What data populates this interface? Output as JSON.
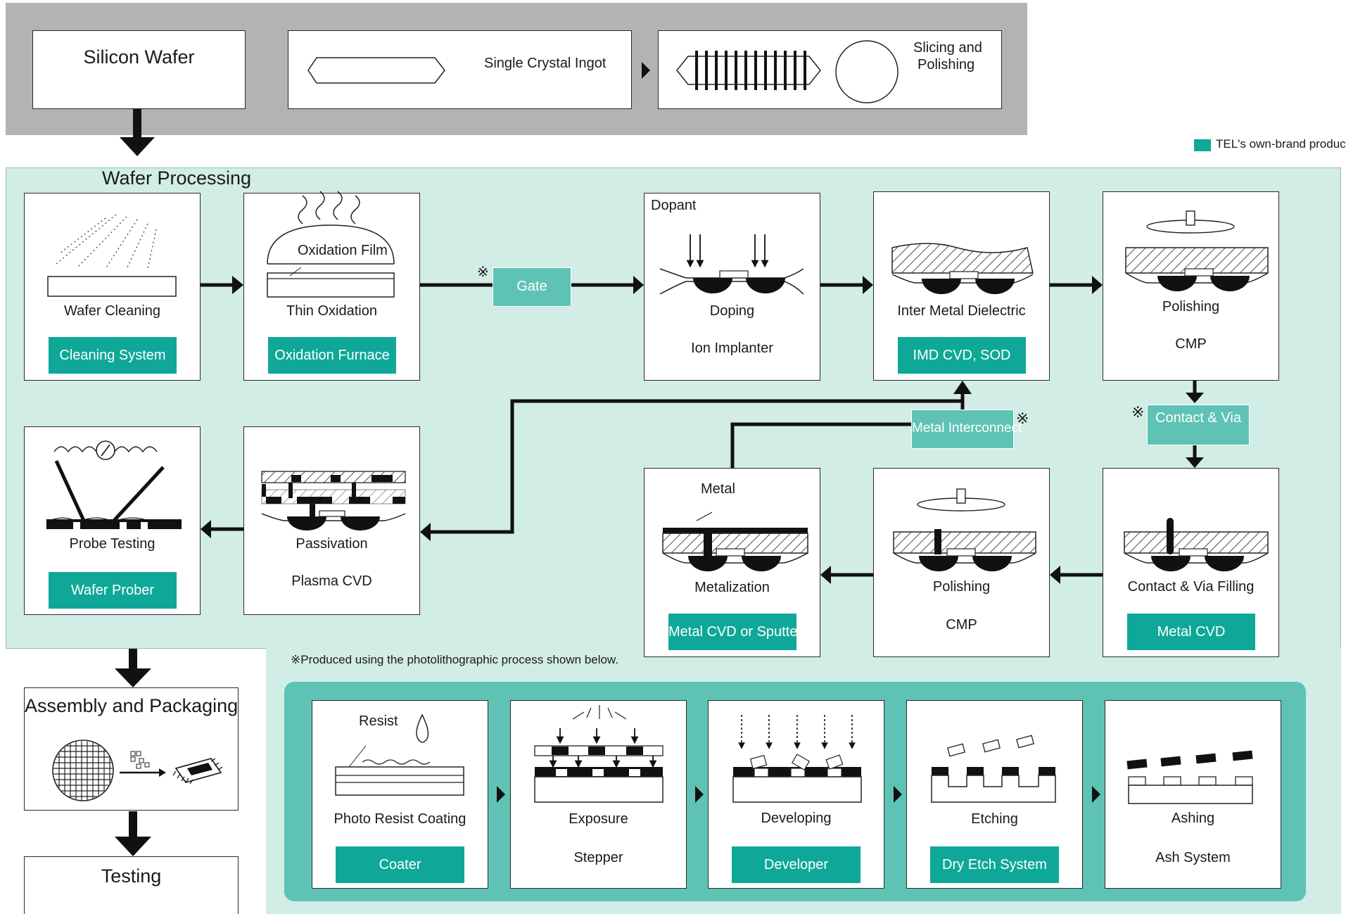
{
  "top": {
    "silicon_wafer": "Silicon Wafer",
    "single_crystal_ingot": "Single Crystal Ingot",
    "slicing_line1": "Slicing and",
    "slicing_line2": "Polishing"
  },
  "legend": {
    "label": "TEL's own-brand products",
    "color": "#0fa898"
  },
  "wafer_processing": {
    "title": "Wafer Processing",
    "cleaning": {
      "step": "Wafer Cleaning",
      "product": "Cleaning System"
    },
    "oxidation": {
      "film": "Oxidation Film",
      "step": "Thin Oxidation",
      "product": "Oxidation Furnace"
    },
    "gate": "Gate",
    "doping": {
      "dopant": "Dopant",
      "step": "Doping",
      "product": "Ion Implanter"
    },
    "imd": {
      "step": "Inter Metal Dielectric",
      "product": "IMD CVD, SOD"
    },
    "polishing1": {
      "step": "Polishing",
      "product": "CMP"
    },
    "contact_via": "Contact & Via",
    "contact_fill": {
      "step": "Contact & Via Filling",
      "product": "Metal CVD"
    },
    "polishing2": {
      "step": "Polishing",
      "product": "CMP"
    },
    "metalization": {
      "metal": "Metal",
      "step": "Metalization",
      "product": "Metal CVD or Sputter"
    },
    "metal_interconnect": "Metal Interconnect",
    "passivation": {
      "step": "Passivation",
      "product": "Plasma CVD"
    },
    "probe": {
      "step": "Probe Testing",
      "product": "Wafer Prober"
    },
    "note_mark": "※",
    "note": "※Produced using the photolithographic process shown below."
  },
  "assembly": {
    "title": "Assembly and Packaging"
  },
  "testing": {
    "title": "Testing"
  },
  "photolith": {
    "coating": {
      "resist": "Resist",
      "step": "Photo Resist Coating",
      "product": "Coater"
    },
    "exposure": {
      "step": "Exposure",
      "product": "Stepper"
    },
    "developing": {
      "step": "Developing",
      "product": "Developer"
    },
    "etching": {
      "step": "Etching",
      "product": "Dry Etch System"
    },
    "ashing": {
      "step": "Ashing",
      "product": "Ash System"
    }
  },
  "colors": {
    "panel": "#d2ece6",
    "dark_teal": "#5ec3b5",
    "gray": "#b3b3b3",
    "accent": "#0fa898"
  }
}
